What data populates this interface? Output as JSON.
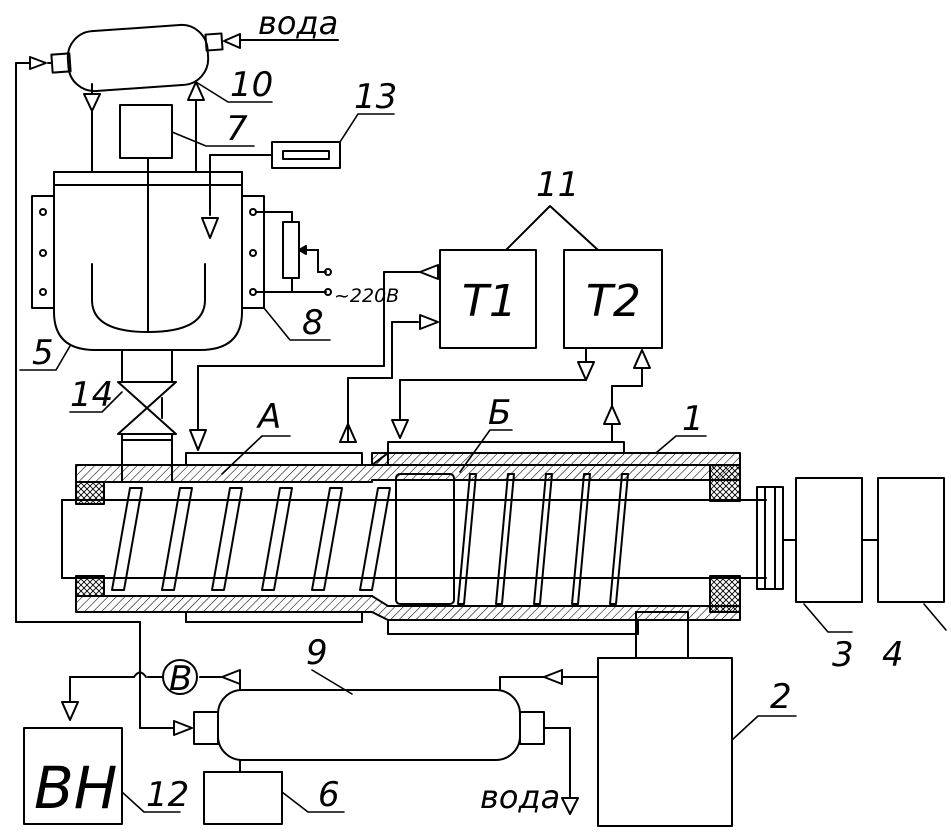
{
  "labels": {
    "water_top": "вода",
    "water_bottom": "вода",
    "voltage": "~220В",
    "block_t1": "Т1",
    "block_t2": "Т2",
    "block_vn": "ВН",
    "meter_b": "В",
    "zone_a": "А",
    "zone_b": "Б",
    "n1": "1",
    "n2": "2",
    "n3": "3",
    "n4": "4",
    "n5": "5",
    "n6": "6",
    "n7": "7",
    "n8": "8",
    "n9": "9",
    "n10": "10",
    "n11": "11",
    "n12": "12",
    "n13": "13",
    "n14": "14"
  }
}
